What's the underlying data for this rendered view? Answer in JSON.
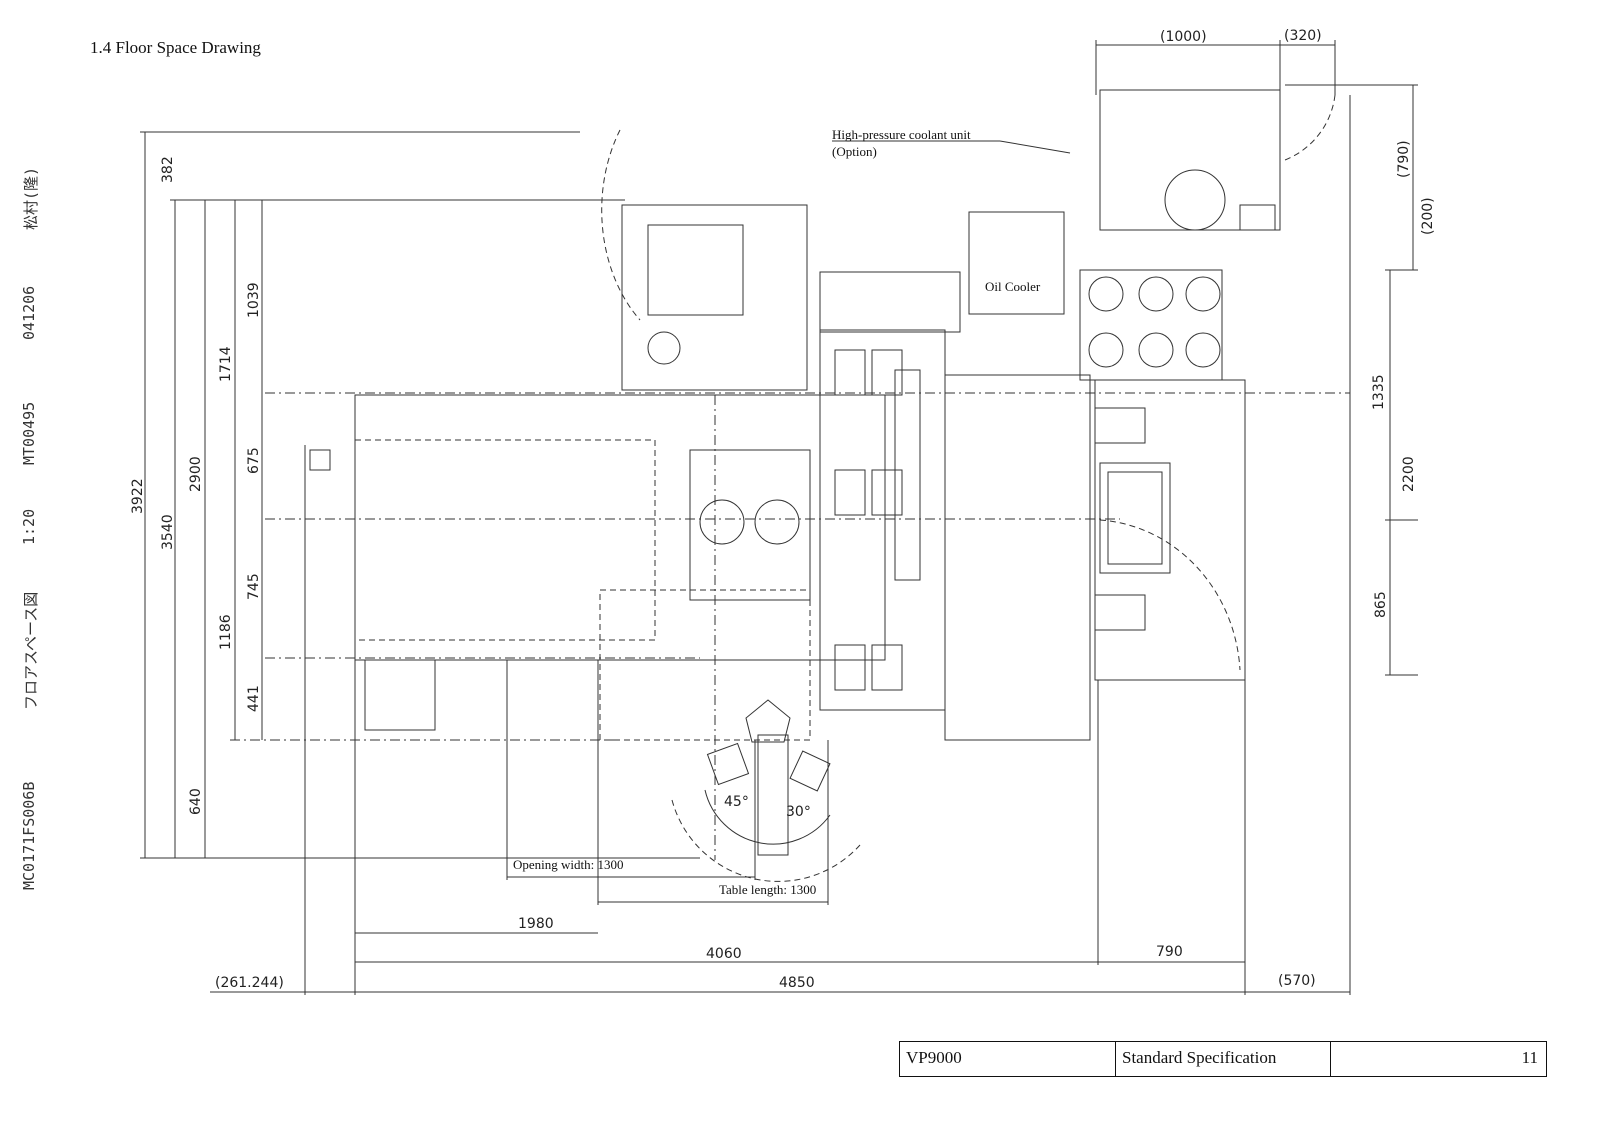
{
  "header": {
    "title": "1.4 Floor Space Drawing"
  },
  "side_code": [
    "MC0171FS006B",
    "フロアスペース図",
    "1:20",
    "MT00495",
    "041206",
    "松村(隆)"
  ],
  "drawing": {
    "callouts": {
      "coolant_unit": "High-pressure coolant unit",
      "coolant_option": "(Option)",
      "oil_cooler": "Oil Cooler",
      "opening_width": "Opening width: 1300",
      "table_length": "Table length: 1300"
    },
    "angles": {
      "a1": "45°",
      "a2": "30°"
    },
    "dims_top": {
      "d1000": "(1000)",
      "d320": "(320)"
    },
    "dims_right": {
      "d790": "(790)",
      "d200": "(200)",
      "d1335": "1335",
      "d2200": "2200",
      "d865": "865"
    },
    "dims_left": {
      "d382": "382",
      "d1039": "1039",
      "d1714": "1714",
      "d675": "675",
      "d2900": "2900",
      "d3922": "3922",
      "d3540": "3540",
      "d745": "745",
      "d1186": "1186",
      "d441": "441",
      "d640": "640"
    },
    "dims_bottom": {
      "d1980": "1980",
      "d4060": "4060",
      "d790": "790",
      "d261": "(261.244)",
      "d4850": "4850",
      "d570": "(570)"
    }
  },
  "footer": {
    "model": "VP9000",
    "spec": "Standard Specification",
    "page": "11"
  }
}
